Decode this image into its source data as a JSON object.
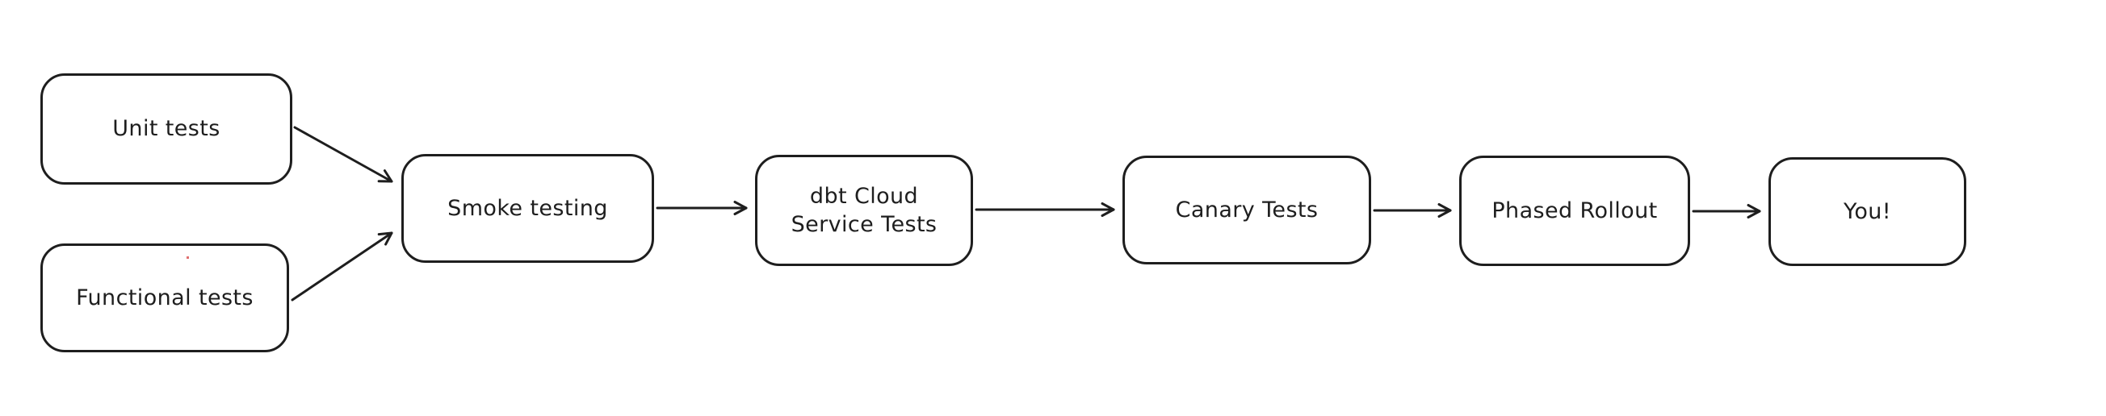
{
  "diagram": {
    "type": "flowchart",
    "style": "hand-drawn",
    "colors": {
      "stroke": "#1e1e1e",
      "background": "#ffffff",
      "artifact_dot": "#e07070"
    },
    "nodes": [
      {
        "id": "unit-tests",
        "label": "Unit tests"
      },
      {
        "id": "functional-tests",
        "label": "Functional tests"
      },
      {
        "id": "smoke-testing",
        "label": "Smoke testing"
      },
      {
        "id": "dbt-cloud-service-tests",
        "label": "dbt Cloud\nService Tests"
      },
      {
        "id": "canary-tests",
        "label": "Canary Tests"
      },
      {
        "id": "phased-rollout",
        "label": "Phased Rollout"
      },
      {
        "id": "you",
        "label": "You!"
      }
    ],
    "edges": [
      {
        "from": "unit-tests",
        "to": "smoke-testing"
      },
      {
        "from": "functional-tests",
        "to": "smoke-testing"
      },
      {
        "from": "smoke-testing",
        "to": "dbt-cloud-service-tests"
      },
      {
        "from": "dbt-cloud-service-tests",
        "to": "canary-tests"
      },
      {
        "from": "canary-tests",
        "to": "phased-rollout"
      },
      {
        "from": "phased-rollout",
        "to": "you"
      }
    ]
  }
}
